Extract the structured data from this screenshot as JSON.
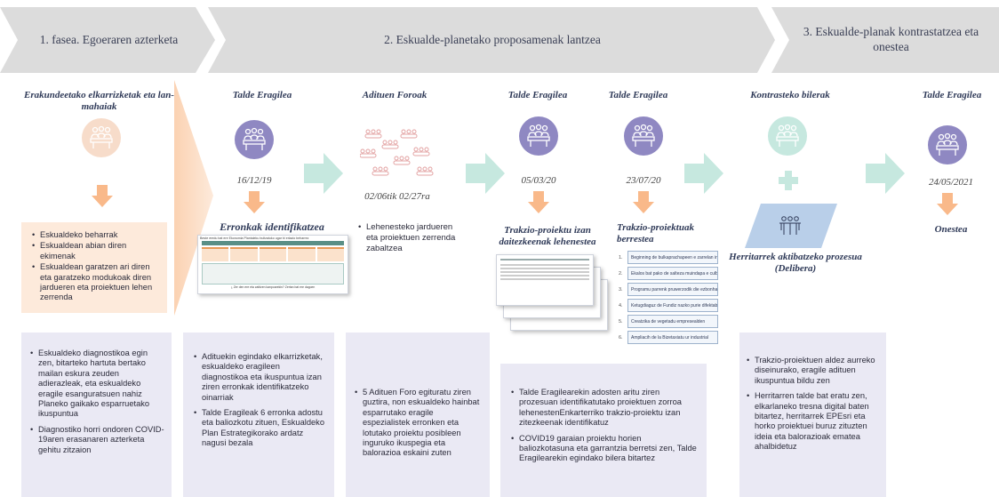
{
  "phases": [
    {
      "label": "1. fasea. Egoeraren azterketa"
    },
    {
      "label": "2. Eskualde-planetako proposamenak lantzea"
    },
    {
      "label": "3. Eskualde-planak kontrastatzea eta onestea"
    }
  ],
  "columns": {
    "c1": {
      "title": "Erakundeetako elkarrizketak eta lan-mahaiak",
      "orange_bullets": [
        "Eskualdeko beharrak",
        "Eskualdean abian diren ekimenak",
        "Eskualdean garatzen ari diren eta garatzeko modukoak diren jardueren eta proiektuen lehen zerrenda"
      ]
    },
    "c2": {
      "title": "Talde Eragilea",
      "date": "16/12/19",
      "result": "Erronkak identifikatzea",
      "slide_caption": "Beste eredu bat ere Ekonomia Plantaleku bultzatuko ugar bi erlazio beharrez",
      "slide_footer": "¿ Zer den ere eta zatitzen kanpoarekin? Zertan bat ere dagoen"
    },
    "c3": {
      "title": "Adituen Foroak",
      "date": "02/06tik 02/27ra",
      "bullets": [
        "Lehenesteko jardueren eta proiektuen zerrenda zabaltzea"
      ]
    },
    "c4": {
      "title": "Talde Eragilea",
      "date": "05/03/20",
      "result": "Trakzio-proiektu izan daitezkeenak lehenestea"
    },
    "c5": {
      "title": "Talde Eragilea",
      "date": "23/07/20",
      "result": "Trakzio-proiektuak berrestea",
      "list": [
        "Beginning de bulkaprachapeen e zarrelan intensivdoen birkudaboi",
        "Ekalos bat pako de salteza muindapa e culbentuko de finskariburus",
        "Programu parrenk pruwerzodik die ezbonhazu zombiu t para la prepararik itadou di dramentzak",
        "Ketugdiaguz de Fundiz nazko purie difektabkadbu de la Comarca",
        "Creatzika de vegetadu empresealden",
        "Ampliacih de la Bizetaxiatu ur industrial"
      ]
    },
    "c6": {
      "title": "Kontrasteko bilerak",
      "result": "Herritarrek aktibatzeko prozesua (Delibera)"
    },
    "c7": {
      "title": "Talde Eragilea",
      "date": "24/05/2021",
      "result": "Onestea"
    }
  },
  "bottom_panels": [
    {
      "bullets": [
        "Eskualdeko diagnostikoa egin zen, bitarteko hartuta bertako mailan eskura zeuden adierazleak, eta eskualdeko eragile esanguratsuen nahiz Planeko gaikako esparruetako ikuspuntua",
        "Diagnostiko horri ondoren COVID-19aren erasanaren azterketa gehitu zitzaion"
      ]
    },
    {
      "bullets": [
        "Adituekin egindako elkarrizketak, eskualdeko eragileen diagnostikoa eta ikuspuntua izan ziren erronkak identifikatzeko oinarriak",
        "Talde Eragileak 6 erronka adostu eta baliozkotu zituen, Eskualdeko Plan Estrategikorako ardatz nagusi bezala"
      ]
    },
    {
      "bullets": [
        "5 Adituen Foro egituratu ziren guztira, non eskualdeko hainbat esparrutako eragile espezialistek erronken eta lotutako proiektu posibleen inguruko ikuspegia eta balorazioa eskaini zuten"
      ]
    },
    {
      "bullets": [
        "Talde Eragilearekin adosten aritu ziren prozesuan identifikatutako proiektuen zorroa lehenestenEnkarterriko trakzio-proiektu izan zitezkeenak identifikatuz",
        "COVID19 garaian proiektu horien baliozkotasuna eta garrantzia berretsi zen, Talde Eragilearekin egindako bilera bitartez"
      ]
    },
    {
      "bullets": [
        "Trakzio-proiektuen aldez aurreko diseinurako, eragile adituen ikuspuntua bildu zen",
        "Herritarren talde bat eratu zen, elkarlaneko tresna digital baten bitartez, herritarrek EPEsri eta horko proiektuei buruz zituzten ideia eta balorazioak ematea ahalbidetuz"
      ]
    }
  ],
  "colors": {
    "phase_bg": "#dcdcdc",
    "orange": "#f9b98a",
    "orange_light": "#fdeadb",
    "teal": "#c6e8df",
    "lilac_panel": "#eae9f4",
    "lavender": "#8f88c2",
    "blue": "#b9cfe9"
  }
}
